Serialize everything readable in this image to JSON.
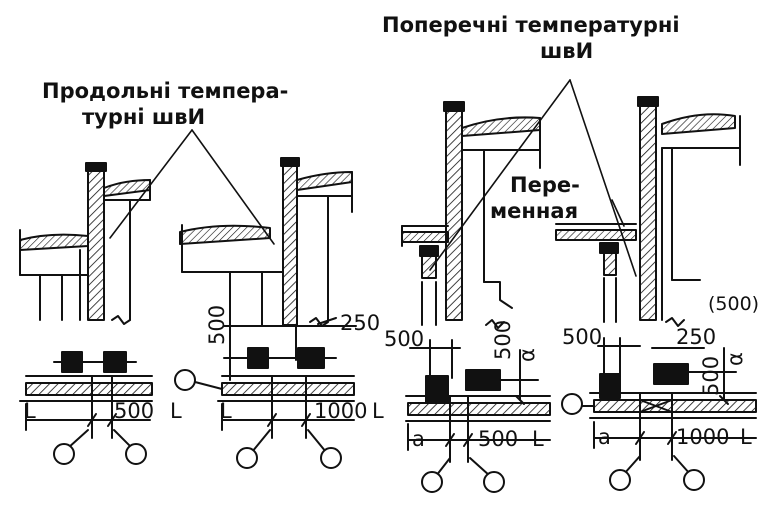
{
  "labels": {
    "longitudinal_line1": "Продольні   темпера-",
    "longitudinal_line2": "турні     швИ",
    "transverse_line1": "Поперечні    температурні",
    "transverse_line2": "швИ",
    "variable_line1": "Пере-",
    "variable_line2": "менная"
  },
  "dims": {
    "d500": "500",
    "d250": "250",
    "d1000": "1000",
    "d500p": "(500)",
    "L": "L",
    "a": "a",
    "alpha": "α"
  },
  "colors": {
    "ink": "#111111",
    "paper": "#ffffff"
  }
}
